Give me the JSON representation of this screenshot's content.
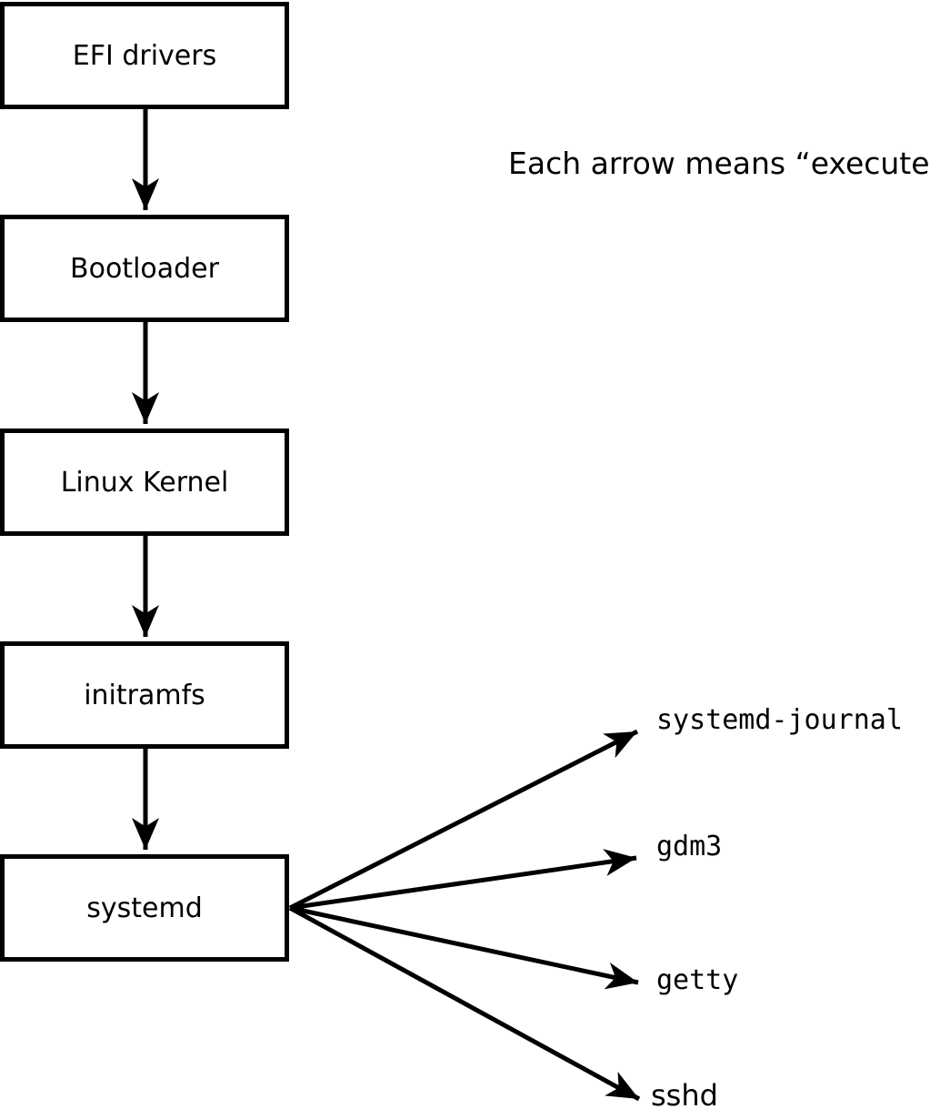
{
  "caption": "Each arrow means “executes”.",
  "chain": [
    {
      "label": "EFI drivers"
    },
    {
      "label": "Bootloader"
    },
    {
      "label": "Linux Kernel"
    },
    {
      "label": "initramfs"
    },
    {
      "label": "systemd"
    }
  ],
  "targets": [
    {
      "label": "systemd-journal"
    },
    {
      "label": "gdm3"
    },
    {
      "label": "getty"
    },
    {
      "label": "sshd"
    }
  ],
  "edges": [
    {
      "from": "EFI drivers",
      "to": "Bootloader",
      "meaning": "executes"
    },
    {
      "from": "Bootloader",
      "to": "Linux Kernel",
      "meaning": "executes"
    },
    {
      "from": "Linux Kernel",
      "to": "initramfs",
      "meaning": "executes"
    },
    {
      "from": "initramfs",
      "to": "systemd",
      "meaning": "executes"
    },
    {
      "from": "systemd",
      "to": "systemd-journal",
      "meaning": "executes"
    },
    {
      "from": "systemd",
      "to": "gdm3",
      "meaning": "executes"
    },
    {
      "from": "systemd",
      "to": "getty",
      "meaning": "executes"
    },
    {
      "from": "systemd",
      "to": "sshd",
      "meaning": "executes"
    }
  ],
  "colors": {
    "stroke": "#000000",
    "background": "#ffffff",
    "box_fill": "#ffffff"
  }
}
